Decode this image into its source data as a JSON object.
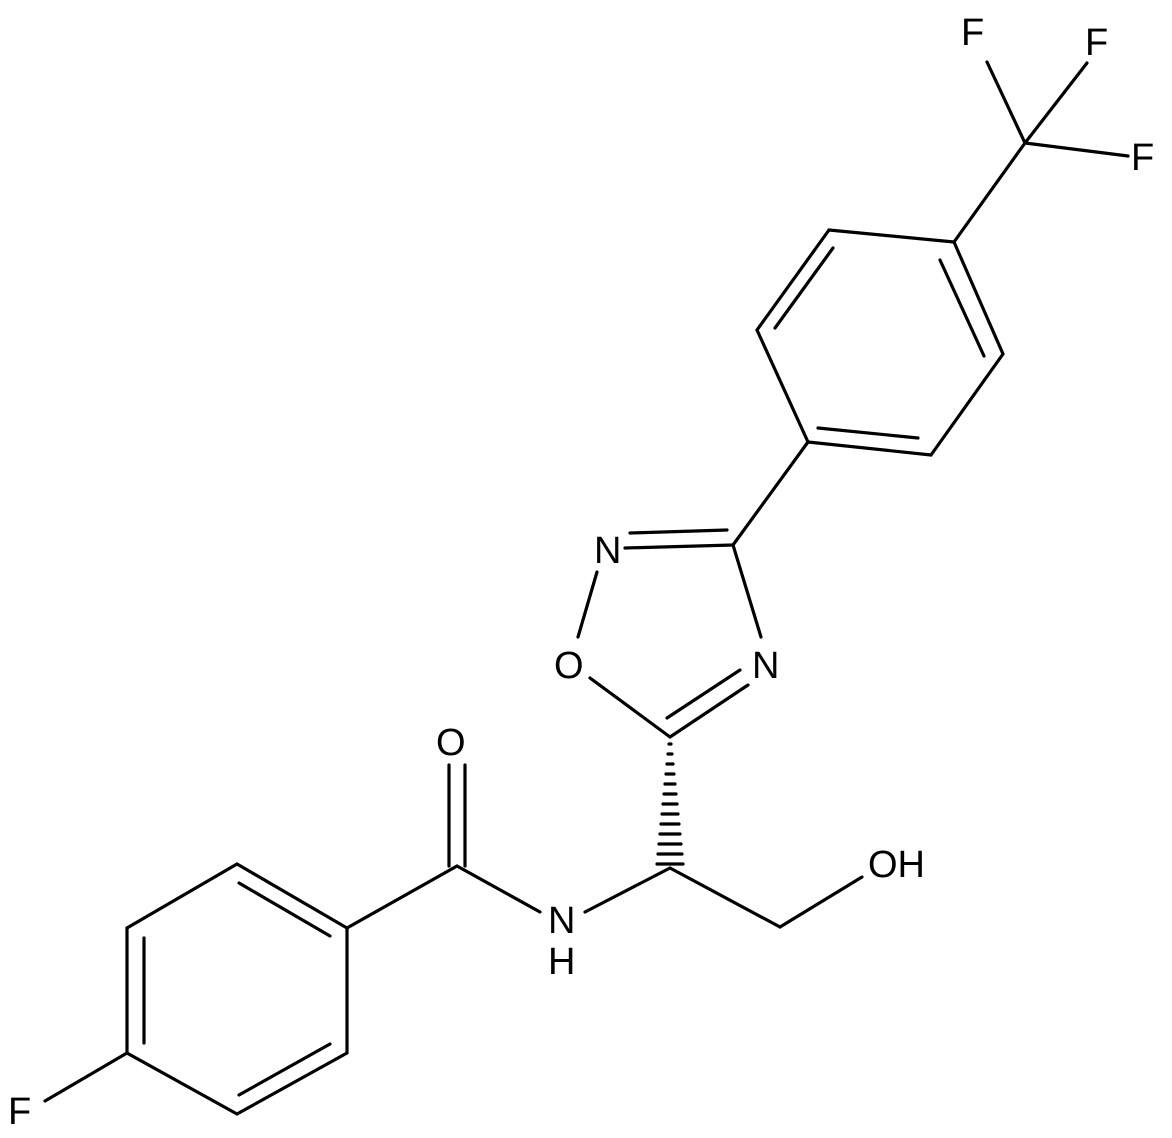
{
  "molecule": {
    "atom_labels": {
      "f_top_left": "F",
      "f_top_right": "F",
      "f_right": "F",
      "n_ring_top": "N",
      "o_ring": "O",
      "n_ring_right": "N",
      "o_carbonyl": "O",
      "oh_group": "OH",
      "nh_n": "N",
      "nh_h": "H",
      "f_aryl": "F"
    },
    "colors": {
      "line": "#000000",
      "background": "#ffffff"
    }
  }
}
